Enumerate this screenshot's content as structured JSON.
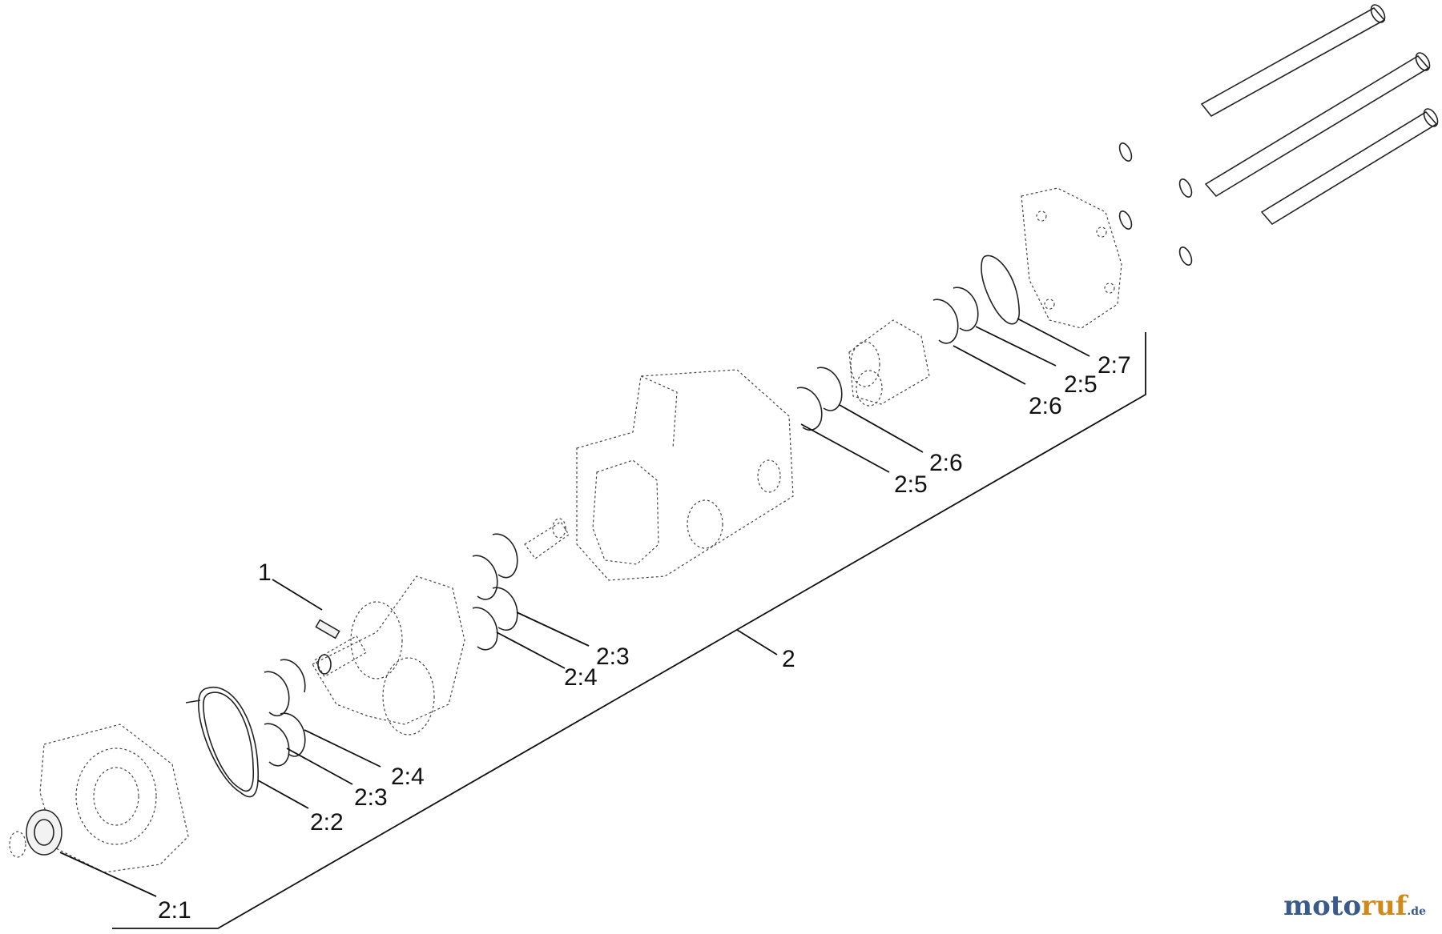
{
  "callouts": {
    "c1": "1",
    "c2": "2",
    "c2_1": "2:1",
    "c2_2": "2:2",
    "c2_3a": "2:3",
    "c2_4a": "2:4",
    "c2_3b": "2:3",
    "c2_4b": "2:4",
    "c2_5a": "2:5",
    "c2_6a": "2:6",
    "c2_5b": "2:5",
    "c2_6b": "2:6",
    "c2_7": "2:7"
  },
  "watermark": {
    "part1": "moto",
    "part2": "ruf",
    "tld": ".de"
  }
}
